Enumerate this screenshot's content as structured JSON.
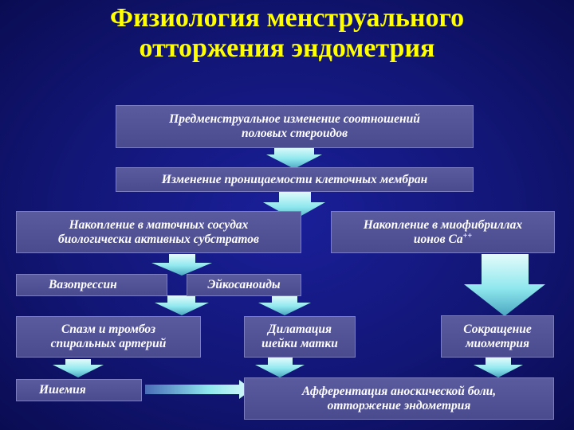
{
  "title": {
    "line1": "Физиология менструального",
    "line2": "отторжения эндометрия"
  },
  "boxes": {
    "premenstrual": {
      "line1": "Предменструальное изменение соотношений",
      "line2": "половых стероидов"
    },
    "permeability": {
      "line1": "Изменение проницаемости клеточных мембран"
    },
    "accumulation_substrates": {
      "line1": "Накопление в маточных сосудах",
      "line2": "биологически активных субстратов"
    },
    "accumulation_calcium": {
      "line1": "Накопление в миофибриллах",
      "line2_prefix": "ионов Са",
      "line2_sup": "++"
    },
    "vasopressin": {
      "line1": "Вазопрессин"
    },
    "eicosanoids": {
      "line1": "Эйкосаноиды"
    },
    "spasm": {
      "line1": "Спазм и тромбоз",
      "line2": "спиральных артерий"
    },
    "dilation": {
      "line1": "Дилатация",
      "line2": "шейки матки"
    },
    "contraction": {
      "line1": "Сокращение",
      "line2": "миометрия"
    },
    "ischemia": {
      "line1": "Ишемия"
    },
    "afferentation": {
      "line1": "Афферентация аноскической боли,",
      "line2": "отторжение эндометрия"
    }
  },
  "colors": {
    "background": "#121676",
    "title": "#ffff00",
    "box_fill": "#4f4f93",
    "box_text": "#ffffff",
    "arrow_light": "#e4fbfb",
    "arrow_mid": "#8fe8ee",
    "arrow_dark": "#4aa6c0"
  }
}
